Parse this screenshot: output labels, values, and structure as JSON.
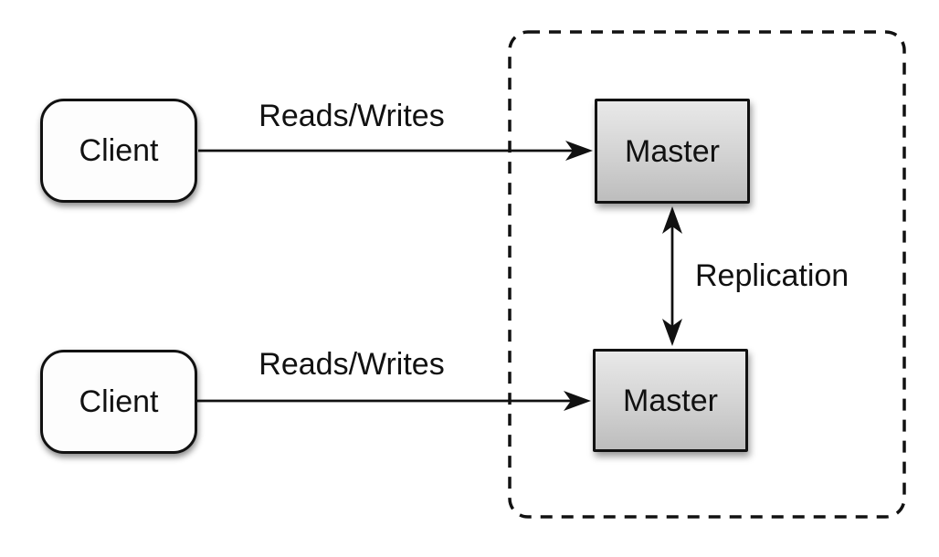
{
  "diagram": {
    "type": "architecture-diagram",
    "topic": "master-master-replication",
    "nodes": {
      "client_top": {
        "label": "Client",
        "shape": "rounded-rect",
        "fill": "#ffffff"
      },
      "client_bottom": {
        "label": "Client",
        "shape": "rounded-rect",
        "fill": "#ffffff"
      },
      "master_top": {
        "label": "Master",
        "shape": "rect",
        "fill_gradient": [
          "#e9e9e9",
          "#bdbdbd"
        ]
      },
      "master_bottom": {
        "label": "Master",
        "shape": "rect",
        "fill_gradient": [
          "#e9e9e9",
          "#bdbdbd"
        ]
      }
    },
    "edges": {
      "reads_writes_top": {
        "label": "Reads/Writes",
        "from": "client_top",
        "to": "master_top",
        "direction": "one-way"
      },
      "reads_writes_bottom": {
        "label": "Reads/Writes",
        "from": "client_bottom",
        "to": "master_bottom",
        "direction": "one-way"
      },
      "replication": {
        "label": "Replication",
        "from": "master_top",
        "to": "master_bottom",
        "direction": "two-way"
      }
    },
    "groups": {
      "replication_zone": {
        "border_style": "dashed",
        "contains": [
          "master_top",
          "master_bottom"
        ]
      }
    },
    "colors": {
      "background": "#ffffff",
      "stroke": "#111111",
      "text": "#111111"
    }
  }
}
